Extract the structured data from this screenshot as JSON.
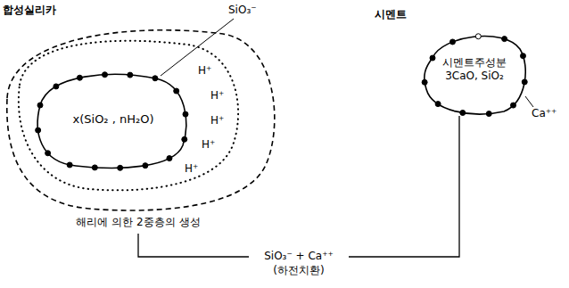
{
  "diagram": {
    "nodes": [
      {
        "text": [
          "합성실리카",
          "해리에 의한 2중층의 생성"
        ]
      },
      {
        "text": [
          "x(SiO₂ , nH₂O)"
        ],
        "in": 0
      },
      {
        "text": [
          "시멘트",
          "시멘트주성분 3CaO, SiO₂"
        ]
      }
    ],
    "edges": [
      {
        "from": 0,
        "to": 2,
        "arrow": "none",
        "label": "SiO₃⁻ + Ca⁺⁺ (하전치환)"
      }
    ],
    "labels": [
      "SiO₃⁻",
      "H⁺",
      "H⁺",
      "H⁺",
      "H⁺",
      "H⁺",
      "Ca⁺⁺"
    ]
  }
}
